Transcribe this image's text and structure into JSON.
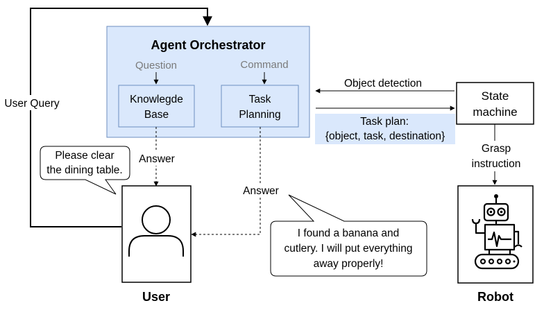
{
  "orchestrator": {
    "title": "Agent Orchestrator",
    "question_label": "Question",
    "command_label": "Command",
    "knowledge_base": [
      "Knowlegde",
      "Base"
    ],
    "task_planning": [
      "Task",
      "Planning"
    ]
  },
  "left_loop": {
    "label": "User Query"
  },
  "speech_user": [
    "Please clear",
    "the dining table."
  ],
  "answer_kb": "Answer",
  "answer_tp": "Answer",
  "speech_robot_reply": [
    "I found a banana and",
    "cutlery. I will put everything",
    "away properly!"
  ],
  "user": {
    "label": "User"
  },
  "robot": {
    "label": "Robot"
  },
  "object_detection": "Object detection",
  "task_plan": [
    "Task plan:",
    "{object, task, destination}"
  ],
  "state_machine": [
    "State",
    "machine"
  ],
  "grasp": [
    "Grasp",
    "instruction"
  ],
  "colors": {
    "orchestrator_fill": "#dae8fc",
    "orchestrator_stroke": "#6c8ebf",
    "task_plan_bg": "#dae8fc",
    "robot_accent": "#000000"
  }
}
